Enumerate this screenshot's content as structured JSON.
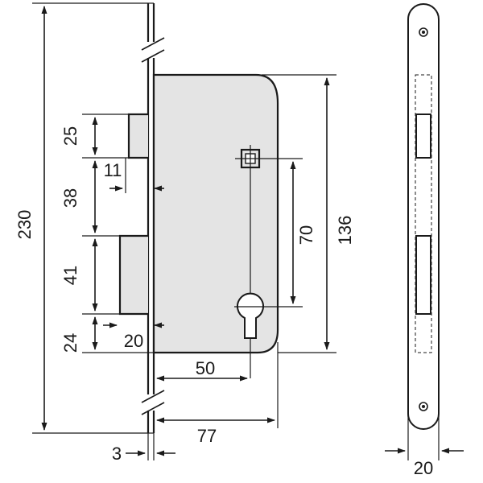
{
  "diagram": {
    "dimensions": {
      "overall_height": "230",
      "latch_height": "25",
      "latch_offset": "11",
      "latch_to_bolt": "38",
      "bolt_height": "41",
      "bolt_to_bottom": "24",
      "bolt_offset": "20",
      "case_height": "136",
      "centre_distance": "70",
      "backset": "50",
      "case_depth": "77",
      "faceplate_thickness": "3",
      "faceplate_width": "20"
    },
    "colors": {
      "line": "#1a1a1a",
      "case_fill": "#e4e4e4",
      "background": "#ffffff"
    }
  }
}
